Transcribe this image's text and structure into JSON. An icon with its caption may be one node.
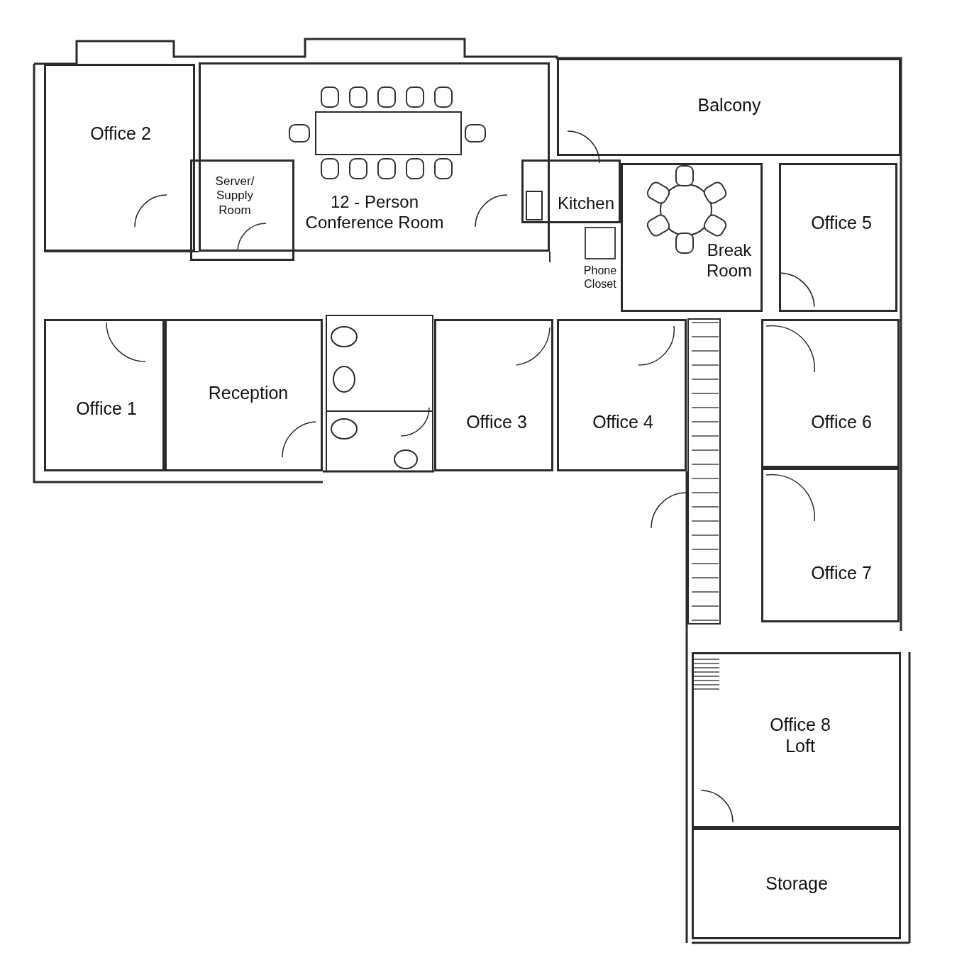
{
  "diagram": {
    "nodes": [
      {
        "text": [
          "Office 2"
        ]
      },
      {
        "text": [
          "12 - Person Conference Room"
        ]
      },
      {
        "text": [
          "Server/ Supply Room"
        ],
        "in": 1
      },
      {
        "text": [
          "Balcony"
        ]
      },
      {
        "text": [
          "Kitchen"
        ]
      },
      {
        "text": [
          "Phone Closet"
        ]
      },
      {
        "text": [
          "Break Room"
        ]
      },
      {
        "text": [
          "Office 5"
        ]
      },
      {
        "text": [
          "Office 1"
        ]
      },
      {
        "text": [
          "Reception"
        ]
      },
      {
        "text": [
          "Office 3"
        ]
      },
      {
        "text": [
          "Office 4"
        ]
      },
      {
        "text": [
          "Office 6"
        ]
      },
      {
        "text": [
          "Office 7"
        ]
      },
      {
        "text": [
          "Office 8 Loft"
        ]
      },
      {
        "text": [
          "Storage"
        ]
      }
    ]
  }
}
